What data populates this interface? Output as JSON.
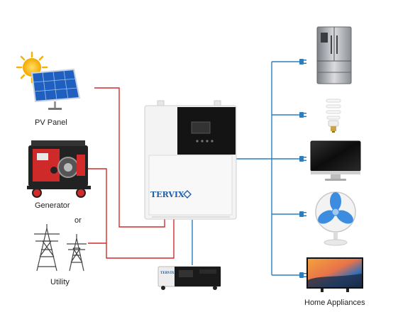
{
  "labels": {
    "pv_panel": "PV Panel",
    "generator": "Generator",
    "or": "or",
    "utility": "Utility",
    "home_appliances": "Home Appliances"
  },
  "brand": {
    "inverter_logo": "TERVIX",
    "battery_logo": "TERVIX"
  },
  "colors": {
    "ac_input_line": "#d42a2a",
    "output_line": "#2a7ec0",
    "battery_line": "#2a7ec0",
    "inverter_body": "#f3f3f3",
    "panel_blue": "#1f5fbf"
  },
  "icons": [
    "sun-icon",
    "solar-panel-icon",
    "generator-icon",
    "utility-tower-icon",
    "inverter-icon",
    "battery-icon",
    "refrigerator-icon",
    "light-bulb-icon",
    "monitor-icon",
    "fan-icon",
    "tv-icon",
    "plug-icon"
  ]
}
